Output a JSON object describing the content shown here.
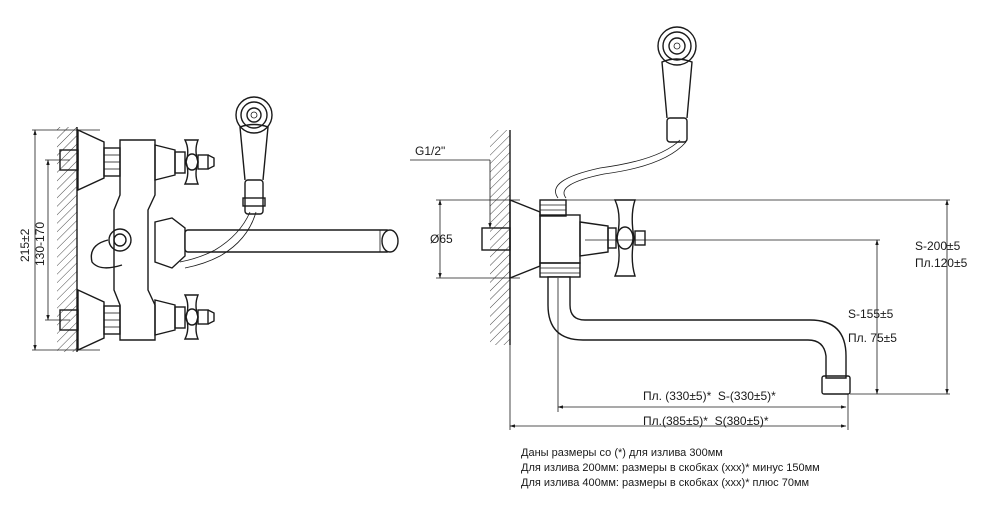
{
  "dimensions": {
    "overall_height": "215±2",
    "center_distance": "130-170",
    "thread": "G1/2\"",
    "flange_diameter": "Ø65",
    "height_s_top": "S-200±5",
    "height_pl_top": "Пл.120±5",
    "height_s_spout": "S-155±5",
    "height_pl_spout": "Пл. 75±5",
    "reach_short": "Пл. (330±5)*  S-(330±5)*",
    "reach_long": "Пл.(385±5)*  S(380±5)*"
  },
  "notes": [
    "Даны размеры со (*) для излива 300мм",
    "Для излива 200мм: размеры в скобках (ххх)* минус 150мм",
    "Для излива 400мм: размеры в скобках (ххх)* плюс 70мм"
  ]
}
